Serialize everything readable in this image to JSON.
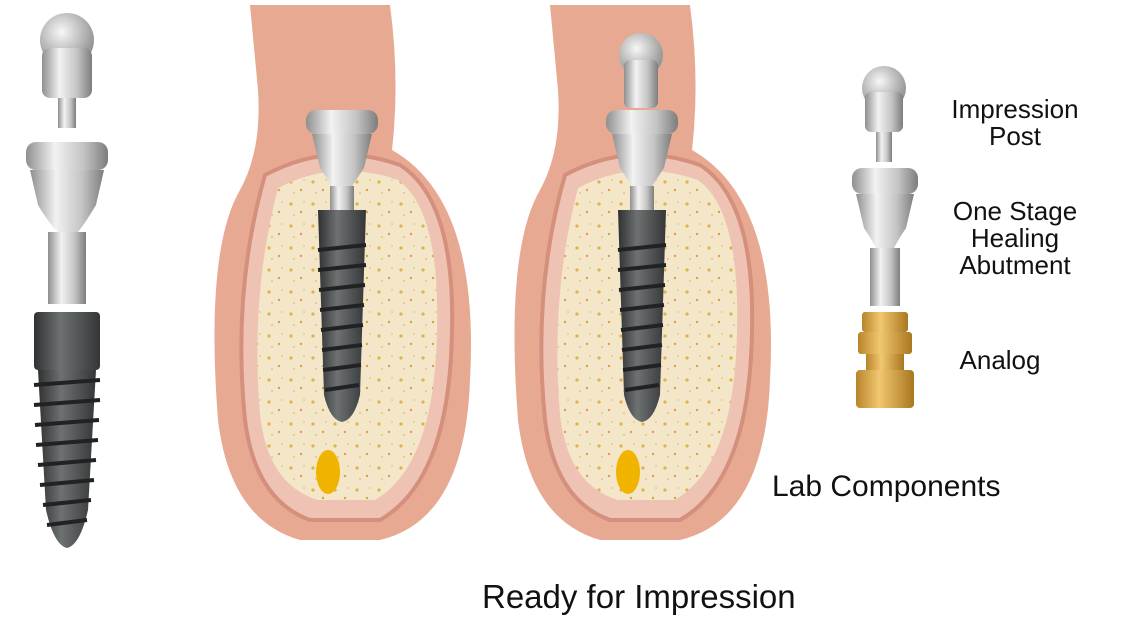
{
  "labels": {
    "impression_post": [
      "Impression",
      "Post"
    ],
    "healing_abutment": [
      "One Stage",
      "Healing",
      "Abutment"
    ],
    "analog": "Analog",
    "lab_components": "Lab Components",
    "ready_for_impression": "Ready for Impression"
  },
  "colors": {
    "metal_light": "#e2e2e2",
    "metal_dark": "#8f8f8f",
    "implant_dark": "#4d4f50",
    "gum": "#dfa08c",
    "gum_edge": "#c98a7a",
    "bone": "#f4e6c8",
    "bone_speck": "#e0b24a",
    "analog_gold": "#d9a84a"
  }
}
